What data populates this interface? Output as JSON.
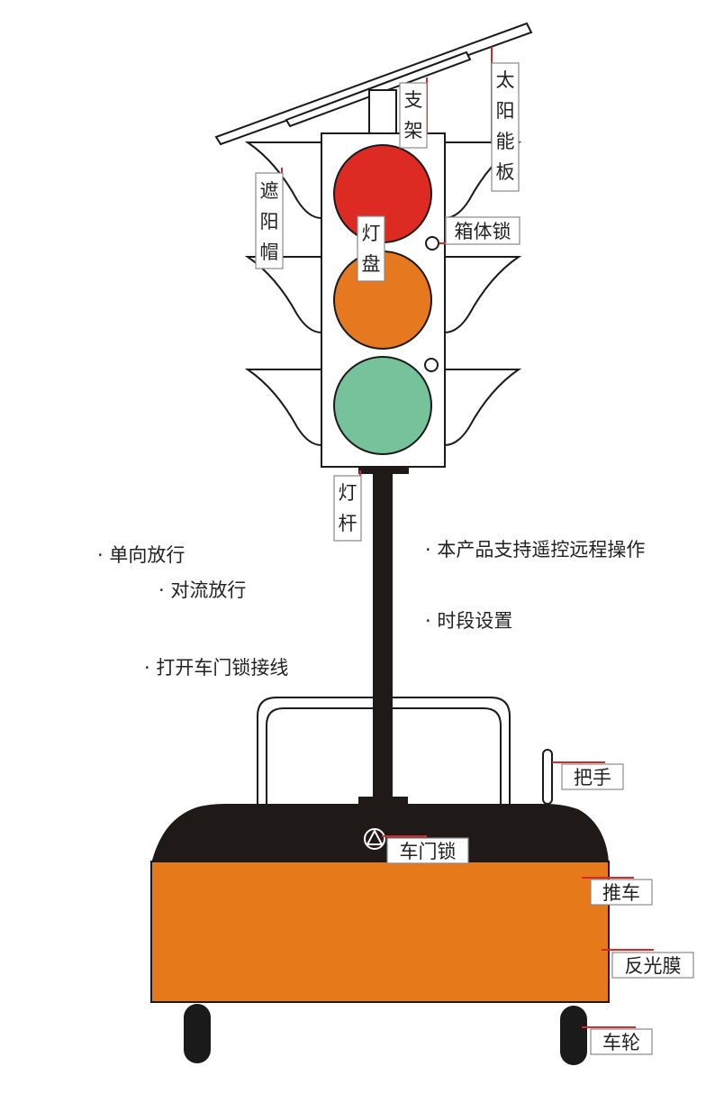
{
  "colors": {
    "red_lamp": "#dd2a22",
    "amber_lamp": "#e6781f",
    "green_lamp": "#76c29a",
    "cart_body": "#e67a1a",
    "cart_top": "#1f1a17",
    "leader": "#d42a2a",
    "outline": "#1a1a1a"
  },
  "icons": {
    "door_lock": "triangle-in-circle-icon"
  },
  "labels": {
    "solar_panel": "太阳能板",
    "bracket": "支架",
    "sun_visor": "遮阳帽",
    "lamp_disc": "灯盘",
    "box_lock": "箱体锁",
    "pole": "灯杆",
    "handle": "把手",
    "door_lock": "车门锁",
    "cart": "推车",
    "reflective_film": "反光膜",
    "wheel": "车轮"
  },
  "features": {
    "one_way": "· 单向放行",
    "two_way": "· 对流放行",
    "open_door": "· 打开车门锁接线",
    "remote": "· 本产品支持遥控远程操作",
    "schedule": "· 时段设置"
  }
}
